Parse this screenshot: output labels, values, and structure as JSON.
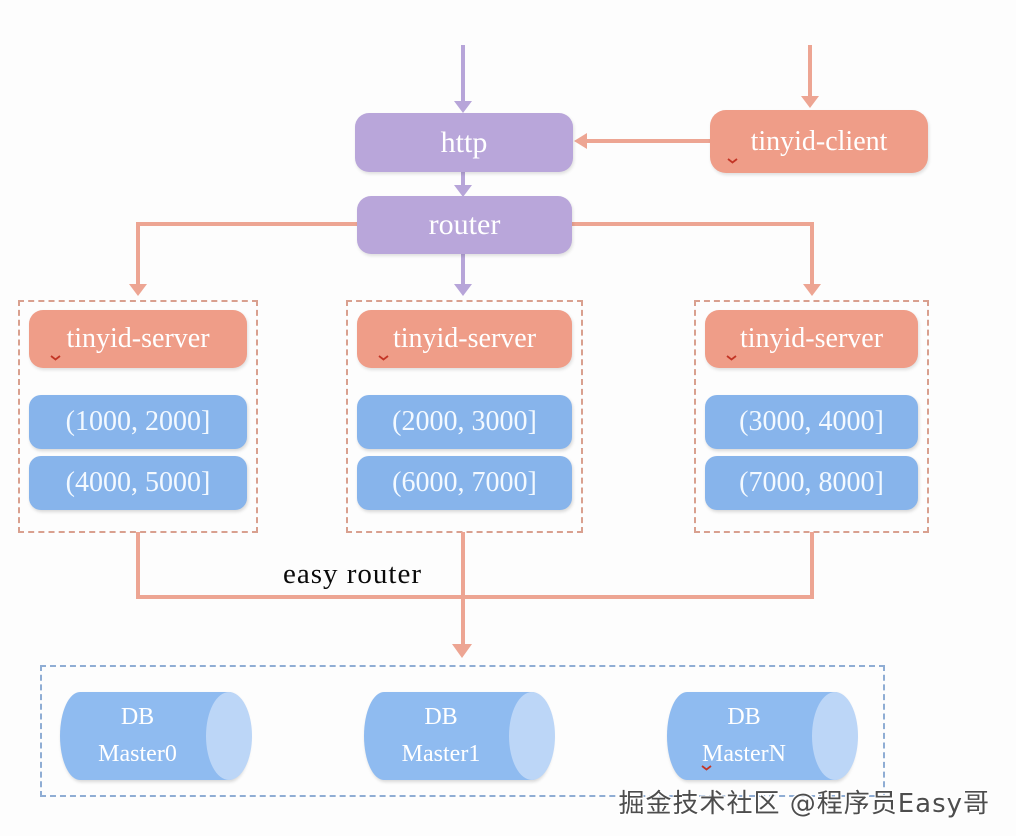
{
  "colors": {
    "purple": "#b9a6da",
    "salmon": "#ef9d88",
    "badge_blue": "#87b4eb",
    "conn_salmon": "#eda593",
    "conn_purple": "#b7a5d9",
    "group_border": "#d9a08f",
    "db_border": "#8fadd4",
    "cyl_body": "#8fbbf0",
    "cyl_cap": "#bcd6f7",
    "squiggle_red": "#cc3322"
  },
  "nodes": {
    "http": "http",
    "router": "router",
    "client": "tinyid-client"
  },
  "server_groups": [
    {
      "title": "tinyid-server",
      "ranges": [
        "(1000, 2000]",
        "(4000, 5000]"
      ]
    },
    {
      "title": "tinyid-server",
      "ranges": [
        "(2000, 3000]",
        "(6000, 7000]"
      ]
    },
    {
      "title": "tinyid-server",
      "ranges": [
        "(3000, 4000]",
        "(7000, 8000]"
      ]
    }
  ],
  "labels": {
    "easy_router": "easy router"
  },
  "databases": [
    {
      "name": "DB",
      "instance": "Master0"
    },
    {
      "name": "DB",
      "instance": "Master1"
    },
    {
      "name": "DB",
      "instance": "MasterN"
    }
  ],
  "watermark": "掘金技术社区 @程序员Easy哥"
}
